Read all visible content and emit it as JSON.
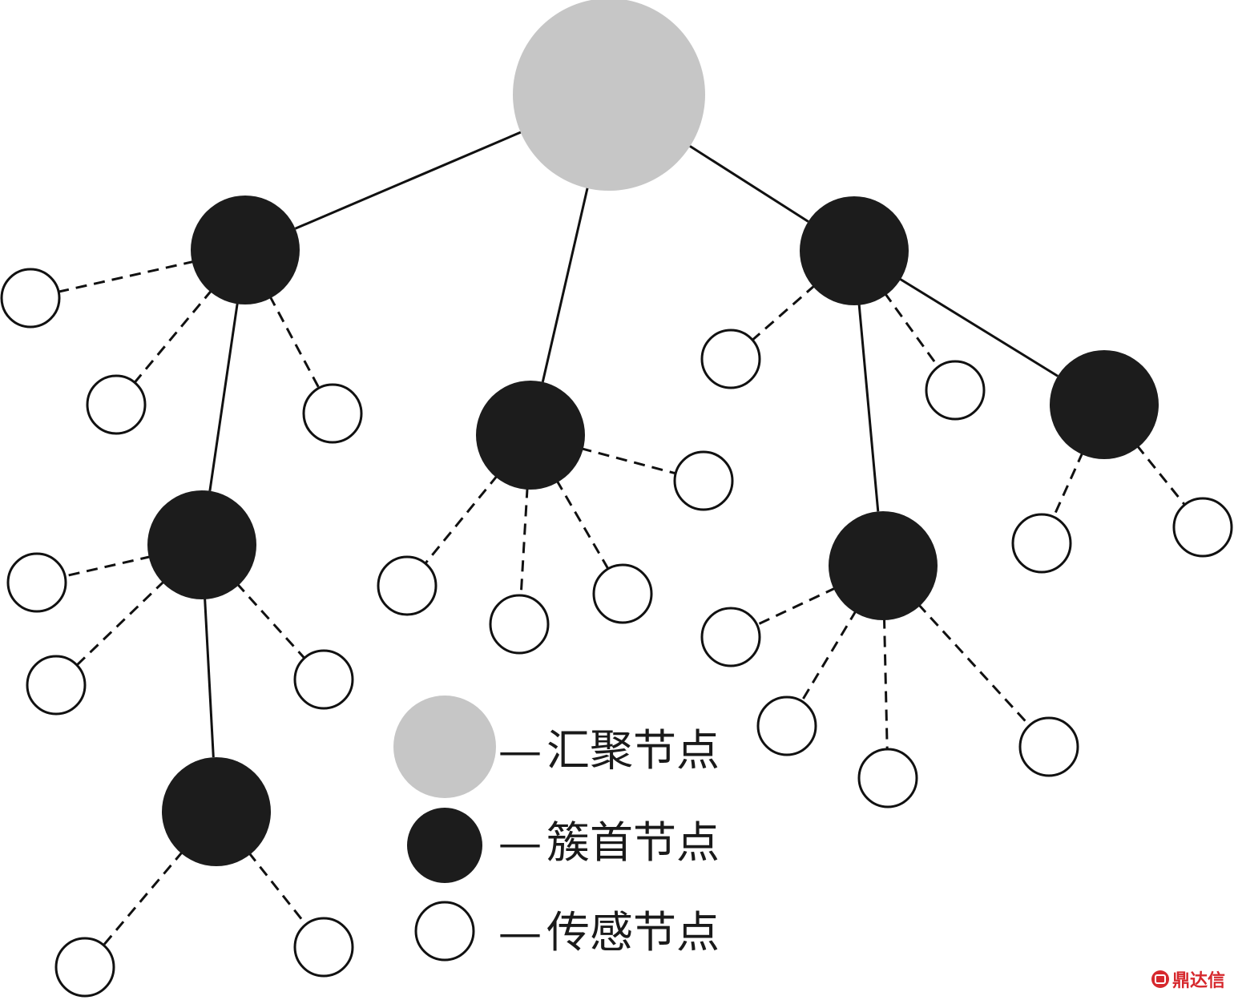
{
  "colors": {
    "sink": "#c6c6c6",
    "cluster_head": "#1c1c1c",
    "sensor_fill": "#ffffff",
    "stroke": "#111111",
    "watermark": "#d6282d"
  },
  "legend": [
    {
      "type": "sink",
      "dash": "—",
      "label": "汇聚节点"
    },
    {
      "type": "head",
      "dash": "—",
      "label": "簇首节点"
    },
    {
      "type": "sensor",
      "dash": "—",
      "label": "传感节点"
    }
  ],
  "watermark": {
    "icon": "logo-icon",
    "text": "鼎达信"
  },
  "network": {
    "nodes": [
      {
        "id": "sink",
        "type": "sink"
      },
      {
        "id": "h1",
        "type": "head"
      },
      {
        "id": "h2",
        "type": "head"
      },
      {
        "id": "h3",
        "type": "head"
      },
      {
        "id": "h4",
        "type": "head"
      },
      {
        "id": "h5",
        "type": "head"
      },
      {
        "id": "h6",
        "type": "head"
      },
      {
        "id": "h7",
        "type": "head"
      },
      {
        "id": "s1",
        "type": "sensor"
      },
      {
        "id": "s2",
        "type": "sensor"
      },
      {
        "id": "s3",
        "type": "sensor"
      },
      {
        "id": "s4",
        "type": "sensor"
      },
      {
        "id": "s5",
        "type": "sensor"
      },
      {
        "id": "s6",
        "type": "sensor"
      },
      {
        "id": "s7",
        "type": "sensor"
      },
      {
        "id": "s8",
        "type": "sensor"
      },
      {
        "id": "s9",
        "type": "sensor"
      },
      {
        "id": "s10",
        "type": "sensor"
      },
      {
        "id": "s11",
        "type": "sensor"
      },
      {
        "id": "s12",
        "type": "sensor"
      },
      {
        "id": "s13",
        "type": "sensor"
      },
      {
        "id": "s14",
        "type": "sensor"
      },
      {
        "id": "s15",
        "type": "sensor"
      },
      {
        "id": "s16",
        "type": "sensor"
      },
      {
        "id": "s17",
        "type": "sensor"
      },
      {
        "id": "s18",
        "type": "sensor"
      },
      {
        "id": "s19",
        "type": "sensor"
      },
      {
        "id": "s20",
        "type": "sensor"
      },
      {
        "id": "s21",
        "type": "sensor"
      },
      {
        "id": "s22",
        "type": "sensor"
      },
      {
        "id": "s23",
        "type": "sensor"
      }
    ],
    "edges": [
      {
        "from": "sink",
        "to": "h1",
        "style": "solid"
      },
      {
        "from": "sink",
        "to": "h2",
        "style": "solid"
      },
      {
        "from": "sink",
        "to": "h3",
        "style": "solid"
      },
      {
        "from": "h1",
        "to": "h4",
        "style": "solid"
      },
      {
        "from": "h4",
        "to": "h5",
        "style": "solid"
      },
      {
        "from": "h3",
        "to": "h6",
        "style": "solid"
      },
      {
        "from": "h3",
        "to": "h7",
        "style": "solid"
      },
      {
        "from": "h1",
        "to": "s1",
        "style": "dashed"
      },
      {
        "from": "h1",
        "to": "s2",
        "style": "dashed"
      },
      {
        "from": "h1",
        "to": "s3",
        "style": "dashed"
      },
      {
        "from": "h4",
        "to": "s4",
        "style": "dashed"
      },
      {
        "from": "h4",
        "to": "s5",
        "style": "dashed"
      },
      {
        "from": "h4",
        "to": "s6",
        "style": "dashed"
      },
      {
        "from": "h5",
        "to": "s7",
        "style": "dashed"
      },
      {
        "from": "h5",
        "to": "s8",
        "style": "dashed"
      },
      {
        "from": "h2",
        "to": "s9",
        "style": "dashed"
      },
      {
        "from": "h2",
        "to": "s10",
        "style": "dashed"
      },
      {
        "from": "h2",
        "to": "s11",
        "style": "dashed"
      },
      {
        "from": "h2",
        "to": "s12",
        "style": "dashed"
      },
      {
        "from": "h3",
        "to": "s13",
        "style": "dashed"
      },
      {
        "from": "h3",
        "to": "s14",
        "style": "dashed"
      },
      {
        "from": "h6",
        "to": "s15",
        "style": "dashed"
      },
      {
        "from": "h6",
        "to": "s16",
        "style": "dashed"
      },
      {
        "from": "h7",
        "to": "s17",
        "style": "dashed"
      },
      {
        "from": "h7",
        "to": "s18",
        "style": "dashed"
      },
      {
        "from": "h7",
        "to": "s19",
        "style": "dashed"
      },
      {
        "from": "h7",
        "to": "s20",
        "style": "dashed"
      },
      {
        "from": "h7",
        "to": "s21",
        "style": "dashed"
      }
    ]
  }
}
